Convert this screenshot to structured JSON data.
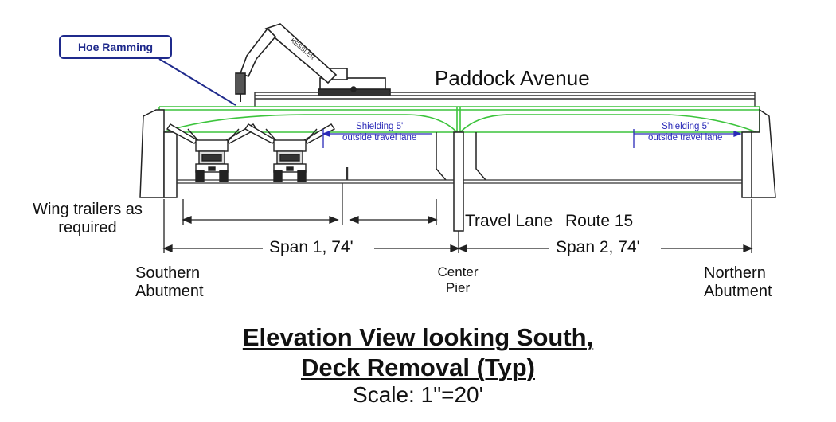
{
  "callout": {
    "label": "Hoe Ramming"
  },
  "labels": {
    "road_name": "Paddock Avenue",
    "route_name": "Route 15",
    "travel_lane": "Travel Lane",
    "wing_trailers": "Wing trailers as",
    "wing_trailers_2": "required",
    "span_1": "Span 1, 74'",
    "span_2": "Span 2, 74'",
    "southern_abutment_1": "Southern",
    "southern_abutment_2": "Abutment",
    "center_pier_1": "Center",
    "center_pier_2": "Pier",
    "northern_abutment_1": "Northern",
    "northern_abutment_2": "Abutment",
    "shielding_left_1": "Shielding 5'",
    "shielding_left_2": "outside travel lane",
    "shielding_right_1": "Shielding 5'",
    "shielding_right_2": "outside travel lane",
    "excavator_brand": "KESSLER"
  },
  "title": {
    "line1": "Elevation View looking South,",
    "line2": "Deck Removal (Typ)",
    "scale": "Scale: 1\"=20'"
  },
  "colors": {
    "line": "#222222",
    "green": "#3cc43c",
    "blue_callout": "#1f2a8c",
    "blue_text": "#2a2ab8"
  },
  "icons": [
    "excavator-icon",
    "dump-truck-icon",
    "dump-truck-icon"
  ]
}
